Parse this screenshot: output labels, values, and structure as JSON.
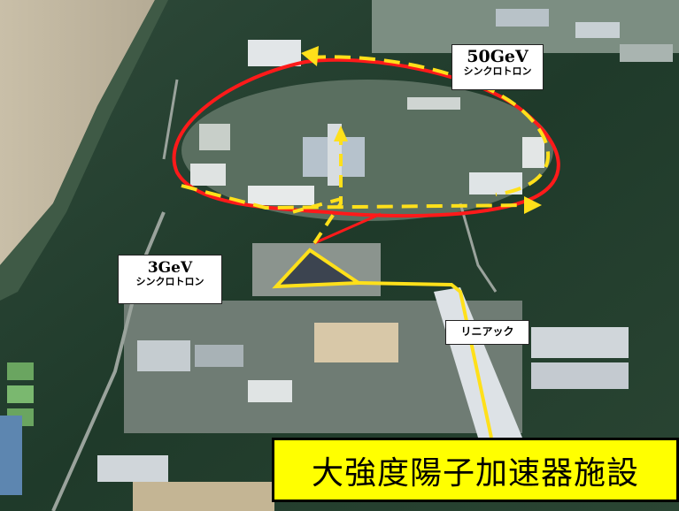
{
  "labels": {
    "ring50": {
      "energy": "50GeV",
      "name": "シンクロトロン"
    },
    "ring3": {
      "energy": "3GeV",
      "name": "シンクロトロン"
    },
    "linac": "リニアック"
  },
  "caption": "大強度陽子加速器施設",
  "colors": {
    "ring_red": "#ff1a1a",
    "beam_yellow": "#ffe01a",
    "caption_bg": "#ffff00"
  }
}
